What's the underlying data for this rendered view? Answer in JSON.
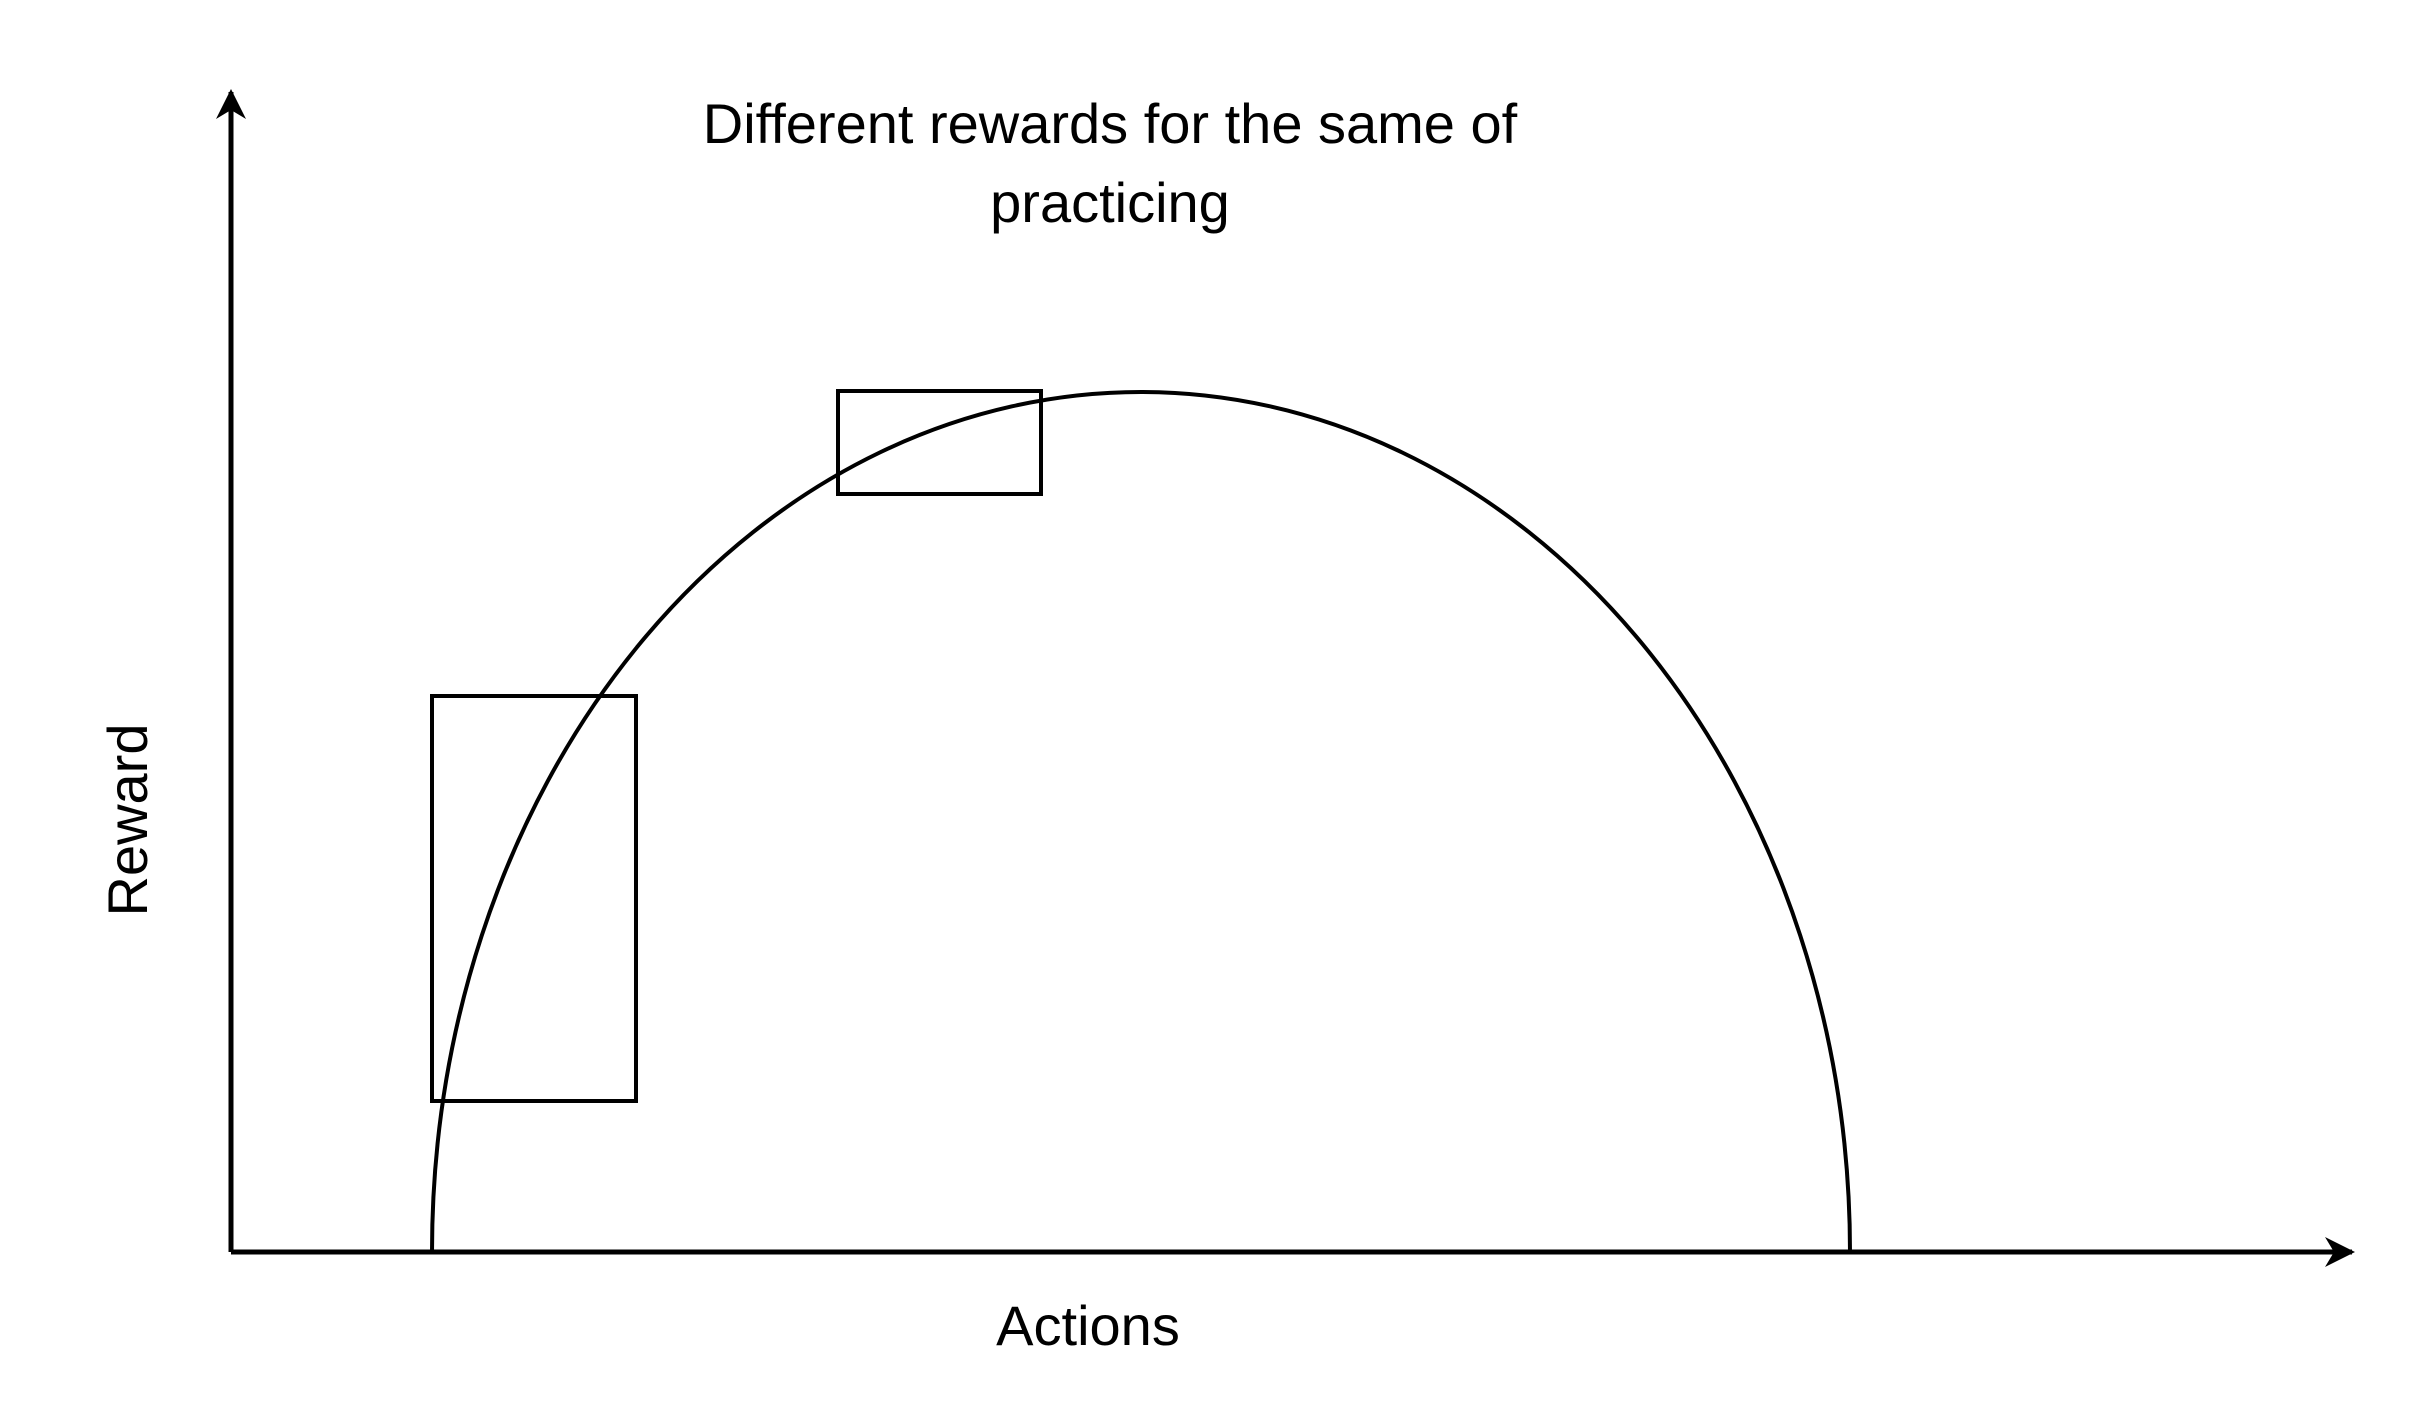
{
  "diagram": {
    "title_line1": "Different rewards for the same of",
    "title_line2": "practicing",
    "x_axis_label": "Actions",
    "y_axis_label": "Reward",
    "stroke_color": "#000000",
    "background_color": "#ffffff"
  }
}
